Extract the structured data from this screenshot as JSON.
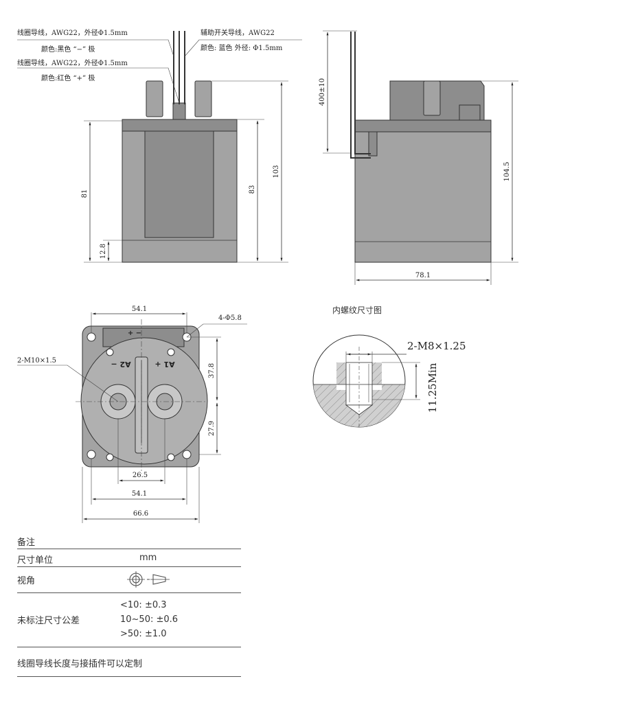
{
  "side_view": {
    "lead_black": "线圈导线，AWG22，外径Φ1.5mm",
    "lead_black_color": "颜色:黑色  “−” 极",
    "lead_red": "线圈导线，AWG22，外径Φ1.5mm",
    "lead_red_color": "颜色:红色  “+” 极",
    "aux_lead": "辅助开关导线，AWG22",
    "aux_lead_color": "颜色: 蓝色 外径: Φ1.5mm",
    "dim_81": "81",
    "dim_12_8": "12.8",
    "dim_83": "83",
    "dim_103": "103"
  },
  "end_view": {
    "dim_400": "400±10",
    "dim_104_5": "104.5",
    "dim_78_1": "78.1"
  },
  "top_view": {
    "dim_54_1_top": "54.1",
    "holes": "4-Φ5.8",
    "thread": "2-M10×1.5",
    "dim_37_8": "37.8",
    "dim_27_9": "27.9",
    "dim_26_5": "26.5",
    "dim_54_1_bottom": "54.1",
    "dim_66_6": "66.6",
    "terminal_a2": "A2 −",
    "terminal_a1": "A1 +",
    "label_pm": "+ −"
  },
  "thread_detail": {
    "caption": "内螺纹尺寸图",
    "thread_spec": "2-M8×1.25",
    "depth": "11.25Min"
  },
  "notes": {
    "title": "备注",
    "unit_label": "尺寸单位",
    "unit_value": "mm",
    "view_label": "视角",
    "tolerance_label": "未标注尺寸公差",
    "tolerances": [
      "<10: ±0.3",
      "10~50: ±0.6",
      ">50: ±1.0"
    ],
    "custom_note": "线圈导线长度与接插件可以定制"
  }
}
